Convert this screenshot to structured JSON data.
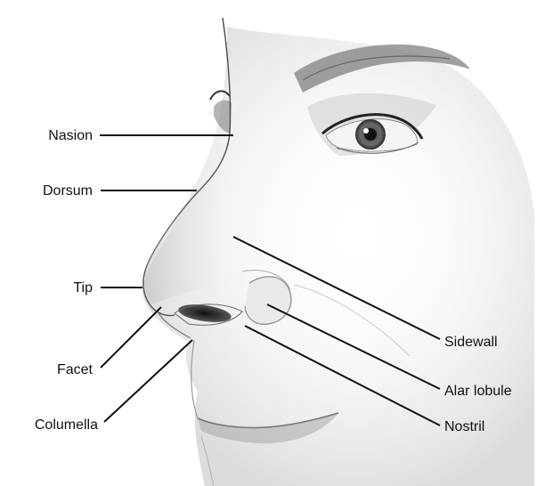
{
  "labels": {
    "nasion": "Nasion",
    "dorsum": "Dorsum",
    "tip": "Tip",
    "facet": "Facet",
    "columella": "Columella",
    "sidewall": "Sidewall",
    "alar_lobule": "Alar lobule",
    "nostril": "Nostril"
  },
  "colors": {
    "ink": "#111111",
    "skin_shadow": "#8a8a8a",
    "background": "#ffffff"
  }
}
